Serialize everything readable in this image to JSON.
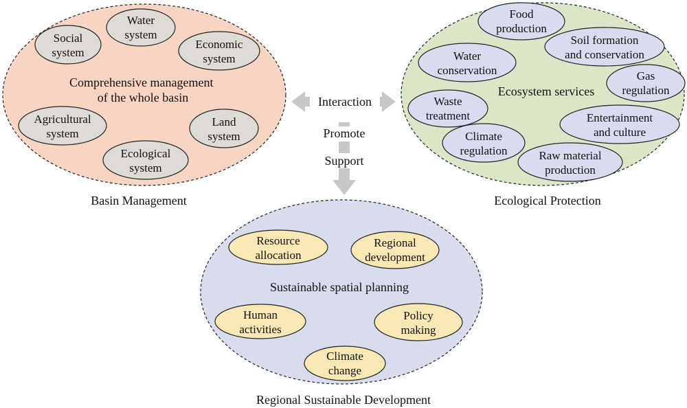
{
  "basin": {
    "inner_title": [
      "Comprehensive management",
      "of the whole basin"
    ],
    "caption": "Basin Management",
    "nodes": [
      [
        "Social",
        "system"
      ],
      [
        "Water",
        "system"
      ],
      [
        "Economic",
        "system"
      ],
      [
        "Agricultural",
        "system"
      ],
      [
        "Land",
        "system"
      ],
      [
        "Ecological",
        "system"
      ]
    ]
  },
  "ecology": {
    "inner_title": "Ecosystem services",
    "caption": "Ecological Protection",
    "nodes": [
      [
        "Food",
        "production"
      ],
      [
        "Soil formation",
        "and conservation"
      ],
      [
        "Water",
        "conservation"
      ],
      [
        "Gas",
        "regulation"
      ],
      [
        "Waste",
        "treatment"
      ],
      [
        "Entertainment",
        "and culture"
      ],
      [
        "Climate",
        "regulation"
      ],
      [
        "Raw material",
        "production"
      ]
    ]
  },
  "regional": {
    "inner_title": "Sustainable spatial planning",
    "caption": "Regional Sustainable Development",
    "nodes": [
      [
        "Resource",
        "allocation"
      ],
      [
        "Regional",
        "development"
      ],
      [
        "Human",
        "activities"
      ],
      [
        "Policy",
        "making"
      ],
      [
        "Climate",
        "change"
      ]
    ]
  },
  "arrows": {
    "interaction": "Interaction",
    "promote": "Promote",
    "support": "Support"
  },
  "colors": {
    "basin_fill": "#f8d4c2",
    "basin_node_fill": "#dedad6",
    "eco_fill": "#dae6c6",
    "eco_node_fill": "#d8dcee",
    "regional_fill": "#d8dcec",
    "regional_node_fill": "#f8e8b4",
    "arrow_fill": "#c8c8c8"
  }
}
